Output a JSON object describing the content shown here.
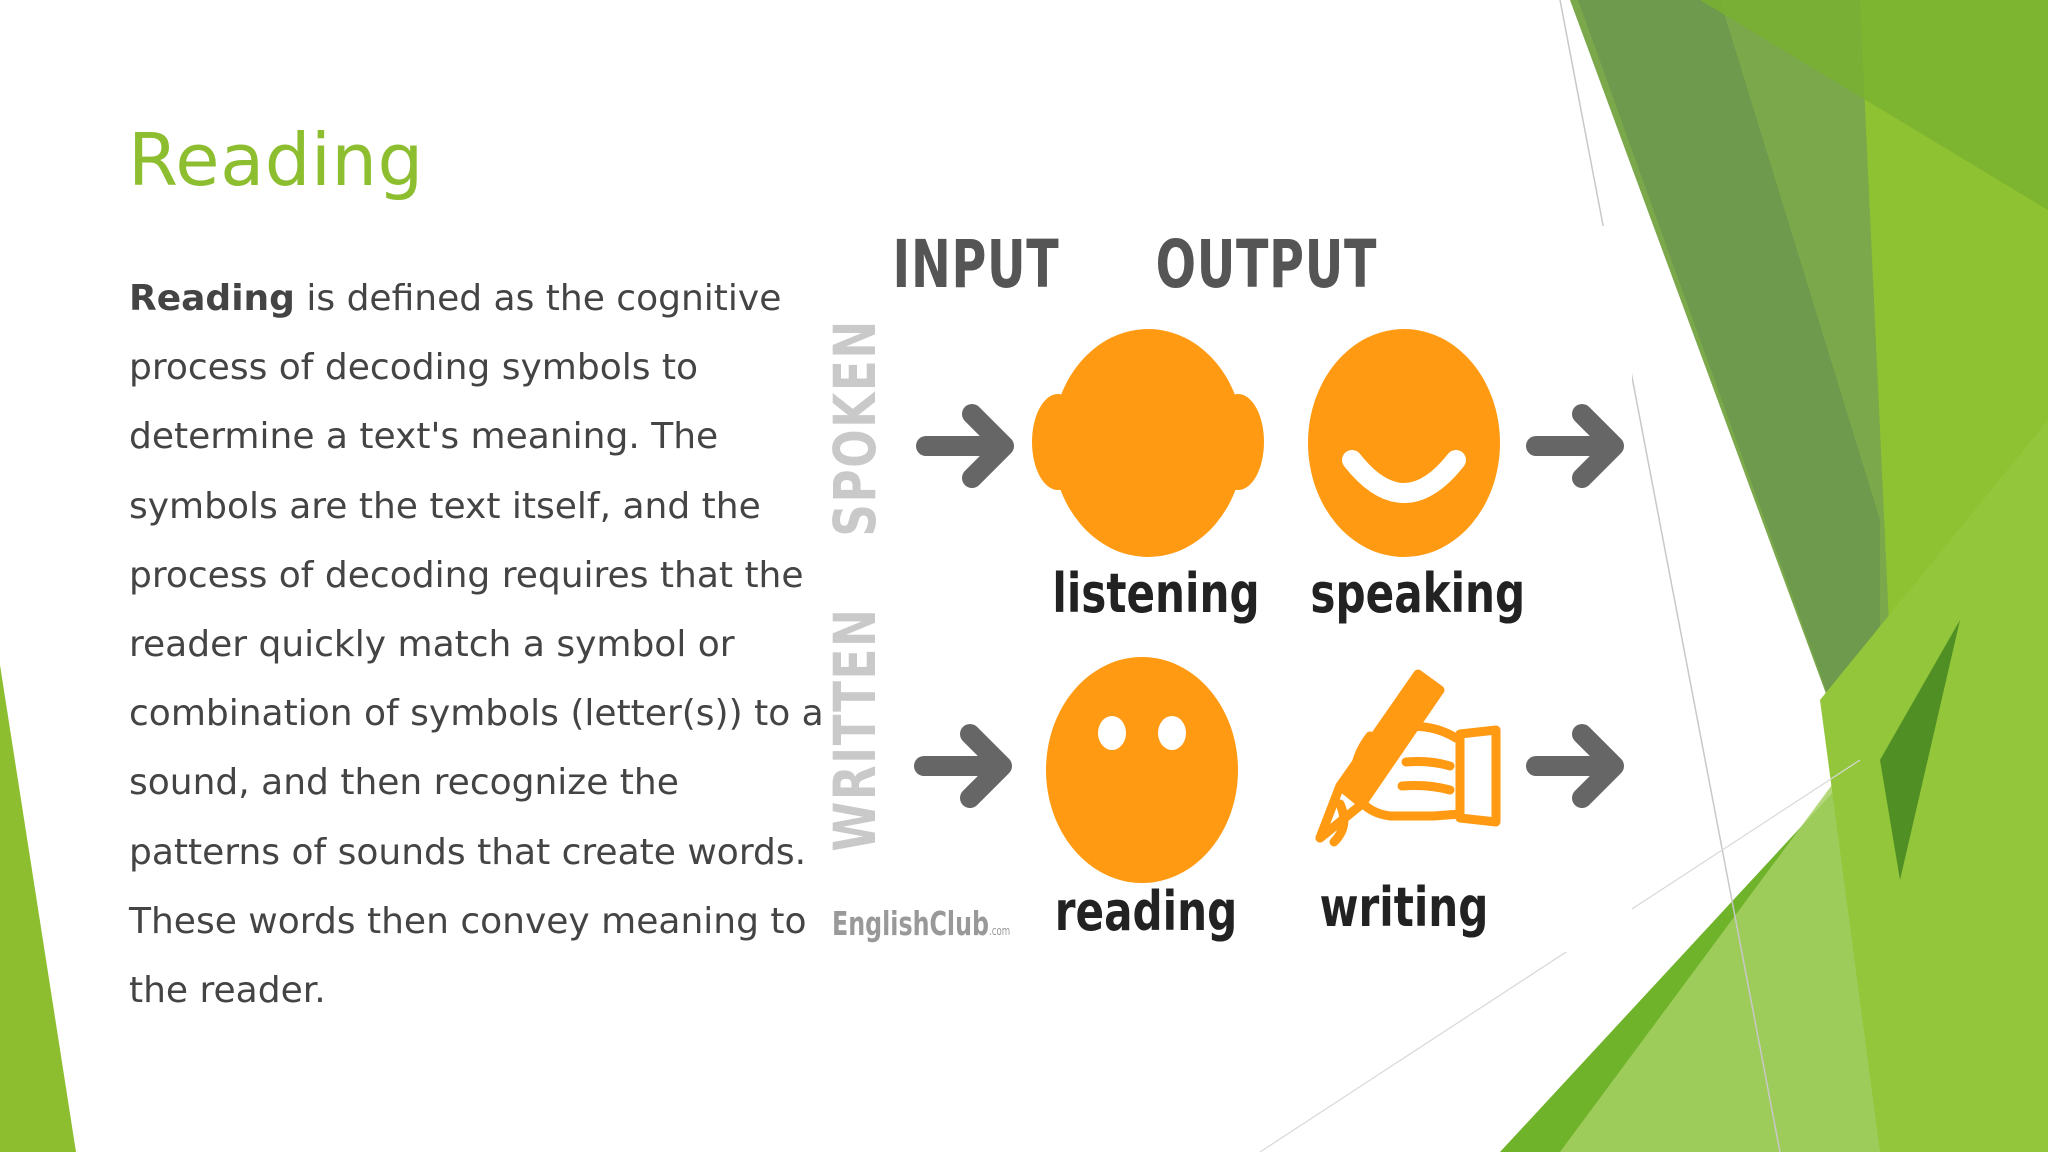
{
  "slide": {
    "title": "Reading",
    "body_term": "Reading",
    "body_text": " is defined as the cognitive process of decoding symbols to determine a text's meaning. The symbols are the text itself, and the process of decoding requires that the reader quickly match a symbol or combination of symbols (letter(s)) to a sound, and then recognize the patterns of sounds that create words. These words then convey meaning to the reader."
  },
  "diagram": {
    "headers": {
      "input": "INPUT",
      "output": "OUTPUT"
    },
    "rows": {
      "spoken": "SPOKEN",
      "written": "WRITTEN"
    },
    "skills": {
      "listening": "listening",
      "speaking": "speaking",
      "reading": "reading",
      "writing": "writing"
    },
    "credit": "EnglishClub",
    "credit_suffix": ".com",
    "icons": [
      "arrow-right-icon",
      "ear-head-icon",
      "smiling-mouth-icon",
      "eyes-face-icon",
      "writing-hand-icon"
    ]
  },
  "colors": {
    "title_green": "#8dbe2f",
    "text": "#444444",
    "icon_orange": "#ff9a12",
    "arrow_gray": "#666666",
    "header_gray": "#555555",
    "row_label_gray": "#c9c9c9"
  }
}
